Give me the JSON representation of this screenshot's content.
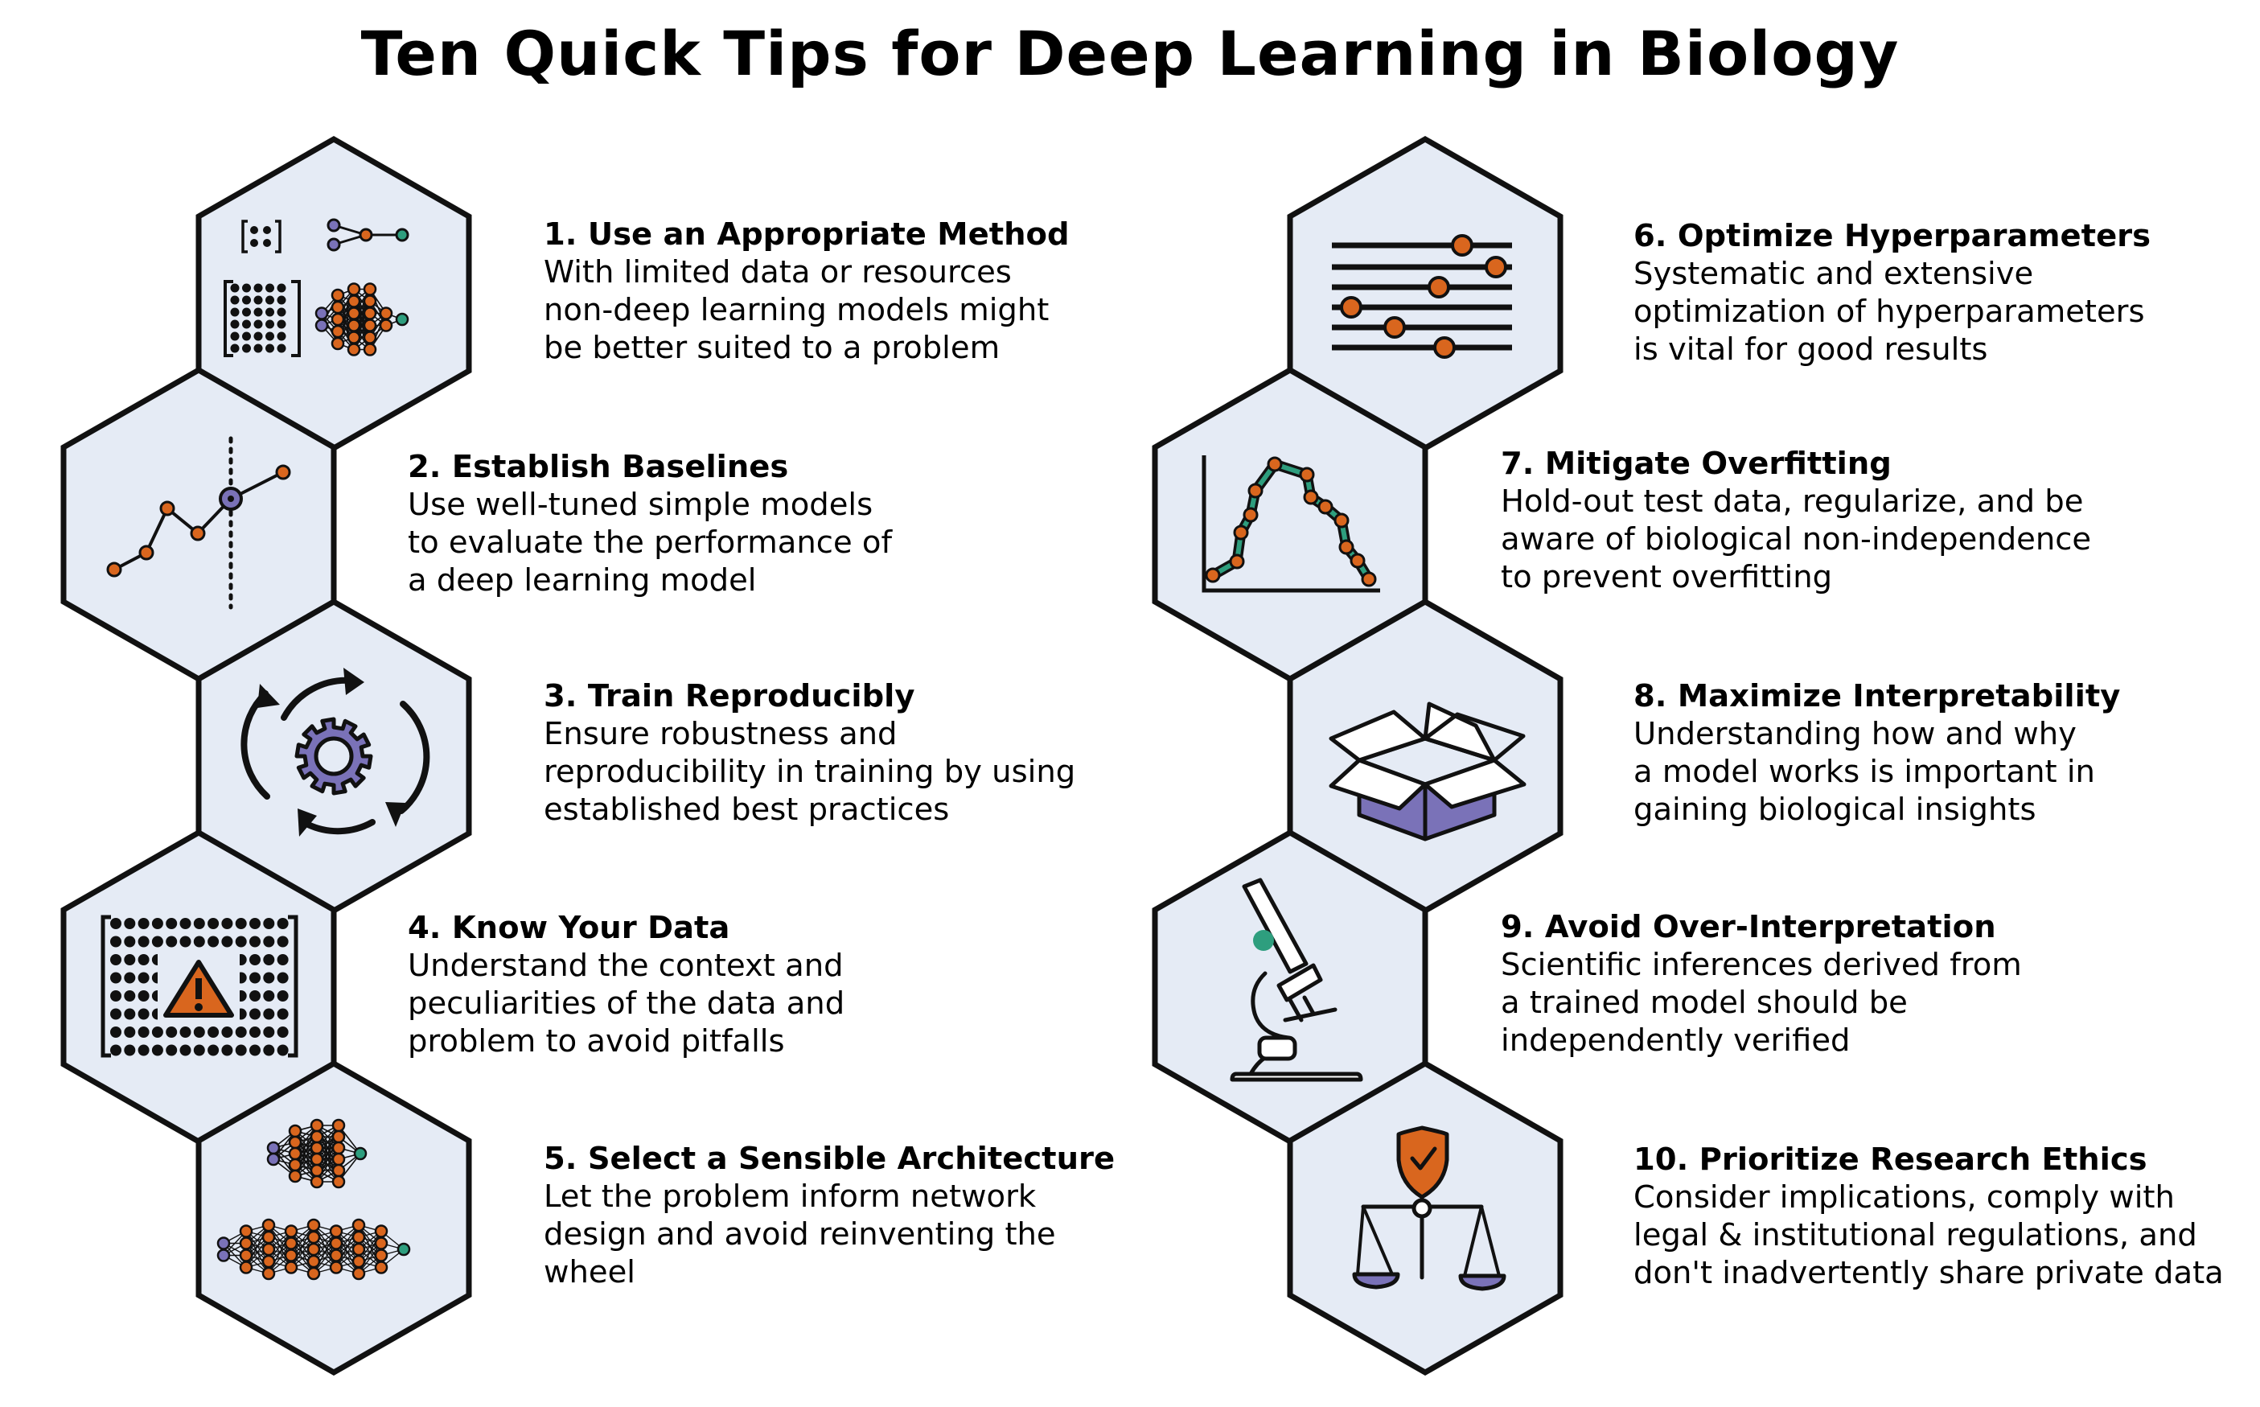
{
  "title": "Ten Quick Tips for Deep Learning in Biology",
  "colors": {
    "hex_fill": "#e5ebf5",
    "outline": "#111111",
    "orange": "#d9661e",
    "purple": "#7a72b8",
    "teal": "#2e9e7e"
  },
  "tips": [
    {
      "number": "1.",
      "title": "Use an Appropriate Method",
      "body": "With limited data or resources\nnon-deep learning models might\nbe better suited to a problem",
      "icon": "model-comparison-icon"
    },
    {
      "number": "2.",
      "title": "Establish Baselines",
      "body": "Use well-tuned simple models\nto evaluate the performance of\na deep learning model",
      "icon": "baseline-line-plot-icon"
    },
    {
      "number": "3.",
      "title": "Train Reproducibly",
      "body": "Ensure robustness and\nreproducibility in training by using\nestablished best practices",
      "icon": "gear-cycle-icon"
    },
    {
      "number": "4.",
      "title": "Know Your Data",
      "body": "Understand the context and\npeculiarities of the data and\nproblem to avoid pitfalls",
      "icon": "data-matrix-warning-icon"
    },
    {
      "number": "5.",
      "title": "Select a Sensible Architecture",
      "body": "Let the problem inform network\ndesign and avoid reinventing the\nwheel",
      "icon": "network-architecture-icon"
    },
    {
      "number": "6.",
      "title": "Optimize Hyperparameters",
      "body": "Systematic and extensive\noptimization of hyperparameters\nis vital for good results",
      "icon": "sliders-icon"
    },
    {
      "number": "7.",
      "title": "Mitigate Overfitting",
      "body": "Hold-out test data, regularize, and be\naware of biological non-independence\nto prevent overfitting",
      "icon": "overfit-curve-icon"
    },
    {
      "number": "8.",
      "title": "Maximize Interpretability",
      "body": "Understanding how and why\na model works is important in\ngaining biological insights",
      "icon": "open-box-icon"
    },
    {
      "number": "9.",
      "title": "Avoid Over-Interpretation",
      "body": "Scientific inferences derived from\na trained model should be\nindependently verified",
      "icon": "microscope-icon"
    },
    {
      "number": "10.",
      "title": "Prioritize Research Ethics",
      "body": "Consider implications, comply with\nlegal & institutional regulations, and\ndon't inadvertently share private data",
      "icon": "scales-shield-icon"
    }
  ]
}
